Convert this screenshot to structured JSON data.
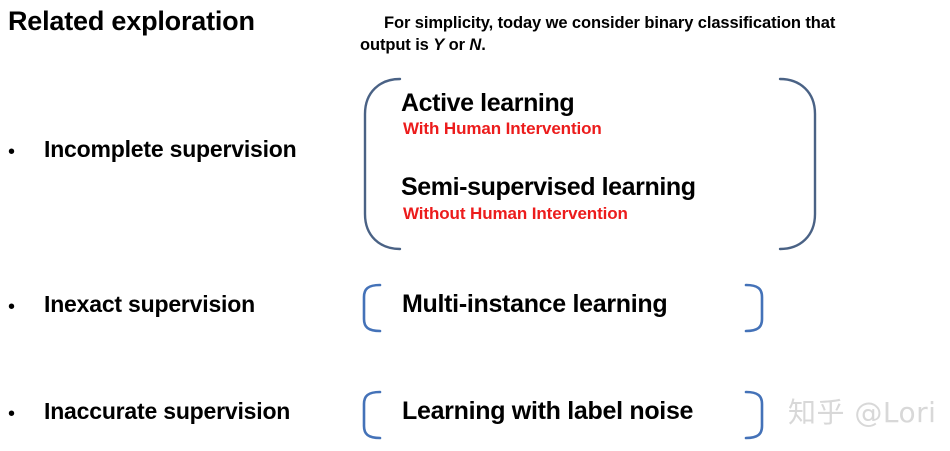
{
  "slide": {
    "title": "Related exploration",
    "note": {
      "line1": "For simplicity, today we consider binary classification that",
      "line2_prefix": "output is ",
      "line2_italic_a": "Y",
      "line2_mid": " or ",
      "line2_italic_b": "N",
      "line2_suffix": "."
    },
    "bullet_char": "•",
    "rows": [
      {
        "label": "Incomplete supervision",
        "bracket_style": "large",
        "items": [
          {
            "main": "Active learning",
            "sub": "With Human Intervention"
          },
          {
            "main": "Semi-supervised learning",
            "sub": "Without Human Intervention"
          }
        ]
      },
      {
        "label": "Inexact supervision",
        "bracket_style": "small",
        "items": [
          {
            "main": "Multi-instance learning",
            "sub": ""
          }
        ]
      },
      {
        "label": "Inaccurate supervision",
        "bracket_style": "small",
        "items": [
          {
            "main": "Learning with label noise",
            "sub": ""
          }
        ]
      }
    ]
  },
  "watermark": {
    "text": "知乎 @Lori"
  },
  "colors": {
    "background": "#ffffff",
    "text": "#000000",
    "accent_red": "#EC1C1C",
    "bracket_large": "#4A6285",
    "bracket_small": "#4472B8",
    "watermark": "#d8d8d8"
  }
}
